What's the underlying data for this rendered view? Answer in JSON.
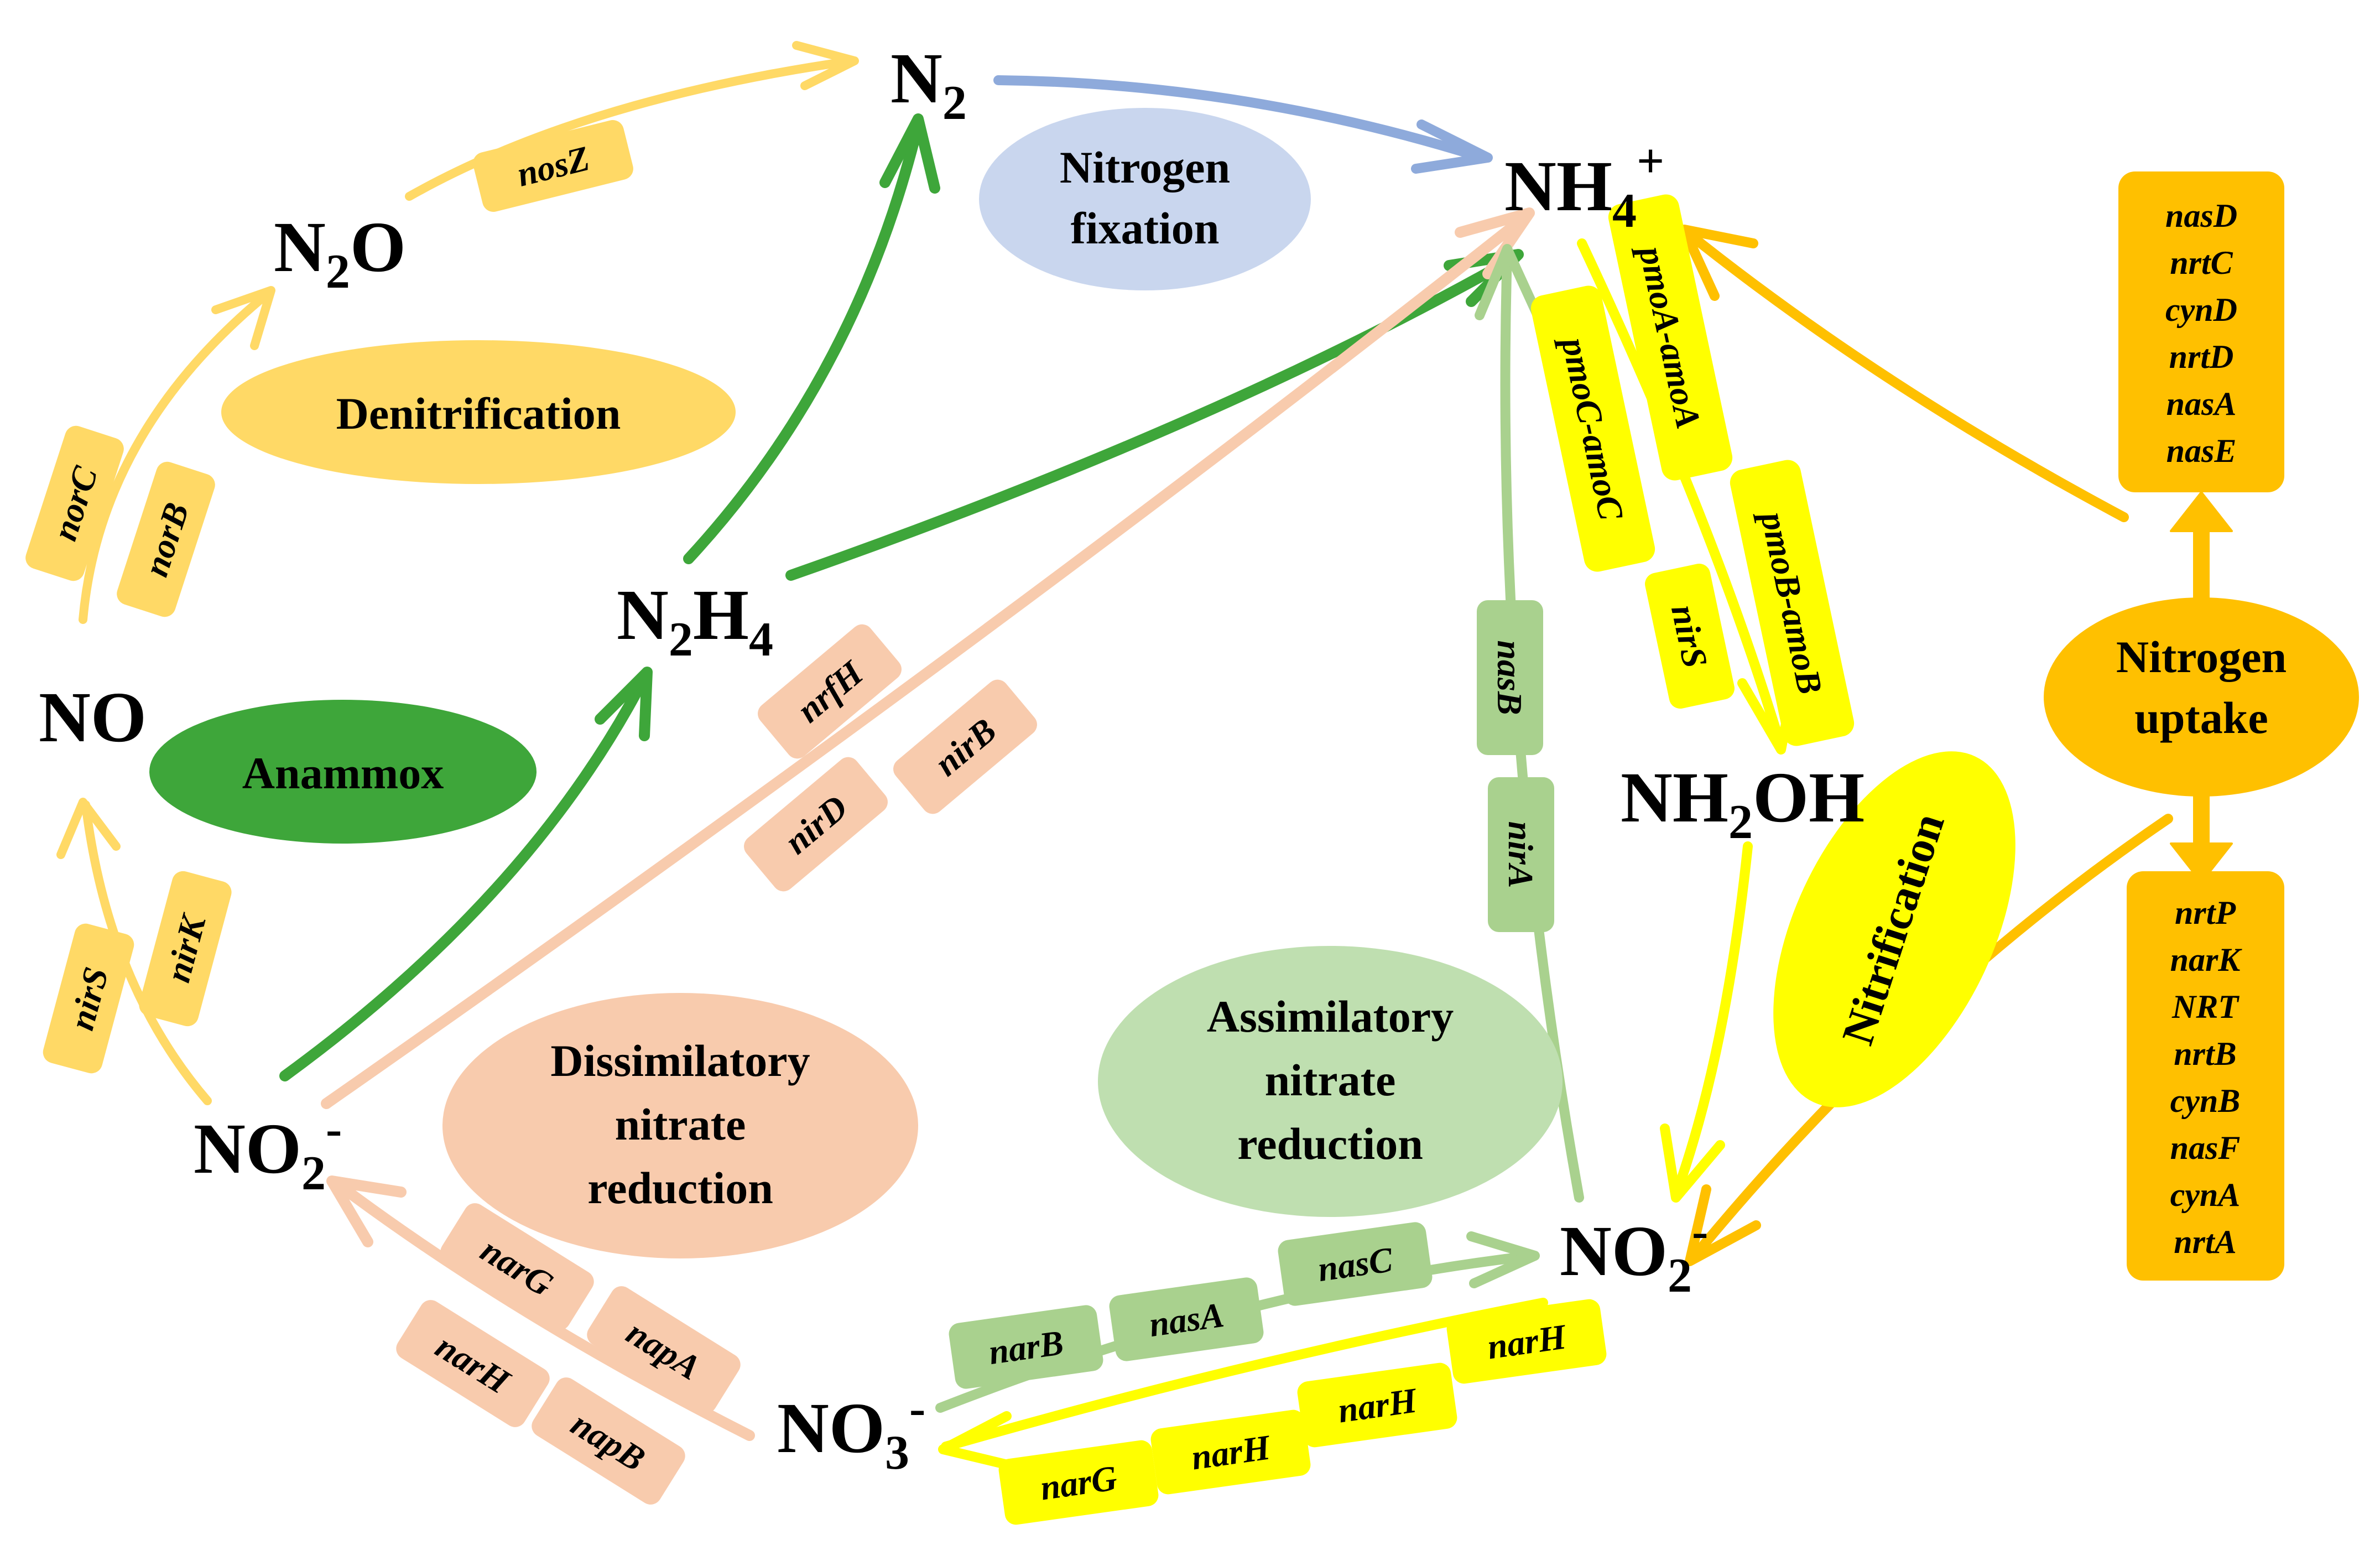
{
  "colors": {
    "denitrification": "#ffd966",
    "anammox": "#3ea63a",
    "fixation": "#b4c7e7",
    "dnra": "#f8cbad",
    "assim": "#a9d18e",
    "nitrification": "#ffff00",
    "uptake": "#ffc000",
    "n2_arrow": "#8eaadb"
  },
  "compounds": {
    "n2": {
      "base": "N",
      "sub": "2"
    },
    "n2o": {
      "a": "N",
      "sub": "2",
      "b": "O"
    },
    "no": {
      "base": "NO"
    },
    "no2_left": {
      "base": "NO",
      "sub": "2",
      "sup": "-"
    },
    "n2h4": {
      "a": "N",
      "sub1": "2",
      "b": "H",
      "sub2": "4"
    },
    "nh4": {
      "base": "NH",
      "sub": "4",
      "sup": "+"
    },
    "nh2oh": {
      "a": "NH",
      "sub": "2",
      "b": "OH"
    },
    "no2_right": {
      "base": "NO",
      "sub": "2",
      "sup": "-"
    },
    "no3": {
      "base": "NO",
      "sub": "3",
      "sup": "-"
    }
  },
  "processes": {
    "nitrogen_fixation": [
      "Nitrogen",
      "fixation"
    ],
    "denitrification": "Denitrification",
    "anammox": "Anammox",
    "dnra": [
      "Dissimilatory",
      "nitrate",
      "reduction"
    ],
    "assimilatory": [
      "Assimilatory",
      "nitrate",
      "reduction"
    ],
    "nitrification": "Nitrification",
    "nitrogen_uptake": [
      "Nitrogen",
      "uptake"
    ]
  },
  "genes": {
    "nosZ": "nosZ",
    "norC": "norC",
    "norB": "norB",
    "nirS_left": "nirS",
    "nirK": "nirK",
    "nrfH": "nrfH",
    "nirB": "nirB",
    "nirD": "nirD",
    "narG_dnra": "narG",
    "napA": "napA",
    "narH_dnra": "narH",
    "napB": "napB",
    "nasB": "nasB",
    "nirA": "nirA",
    "pmoA_amoA": "pmoA-amoA",
    "pmoC_amoC": "pmoC-amoC",
    "pmoB_amoB": "pmoB-amoB",
    "nirS_nit": "nirS",
    "narB": "narB",
    "nasA_assim": "nasA",
    "nasC": "nasC",
    "narG_nit": "narG",
    "narH_nit1": "narH",
    "narH_nit2": "narH",
    "narH_nit3": "narH"
  },
  "uptake_top": [
    "nasD",
    "nrtC",
    "cynD",
    "nrtD",
    "nasA",
    "nasE"
  ],
  "uptake_bottom": [
    "nrtP",
    "narK",
    "NRT",
    "nrtB",
    "cynB",
    "nasF",
    "cynA",
    "nrtA"
  ]
}
